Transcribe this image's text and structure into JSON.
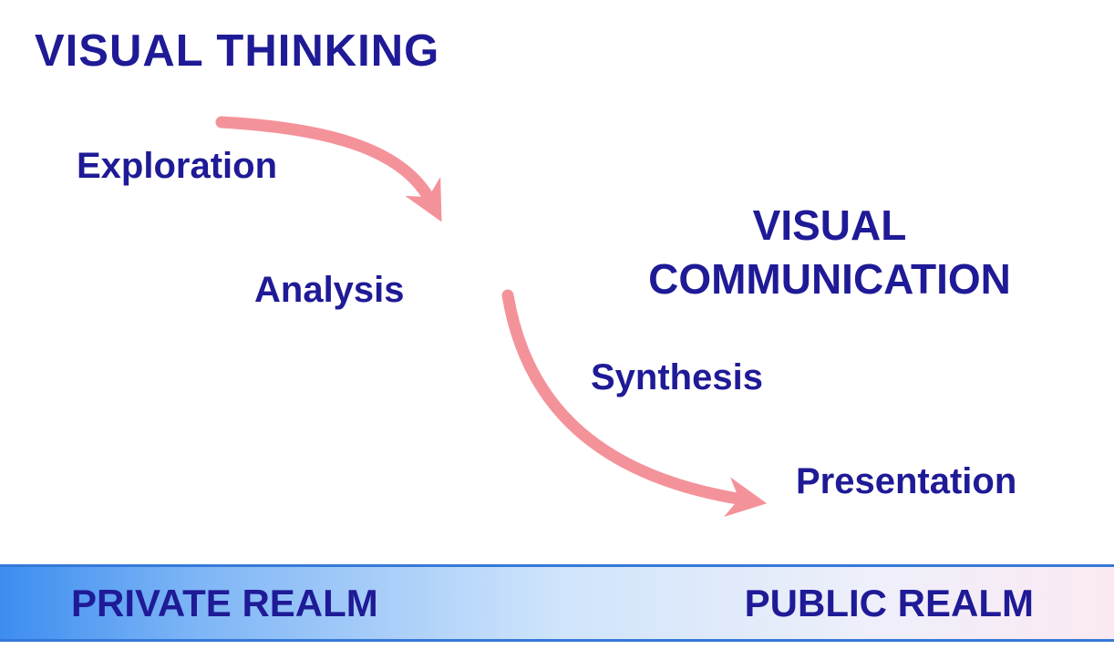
{
  "colors": {
    "text_navy": "#1f1a96",
    "arrow_pink": "#f4929a",
    "bar_gradient_left": "#3d8df0",
    "bar_gradient_mid": "#cfe4fb",
    "bar_gradient_right": "#fbe9f2",
    "bar_border": "#3579d8"
  },
  "titles": {
    "visual_thinking": "VISUAL THINKING",
    "visual_communication_line1": "VISUAL",
    "visual_communication_line2": "COMMUNICATION"
  },
  "stages": {
    "exploration": "Exploration",
    "analysis": "Analysis",
    "synthesis": "Synthesis",
    "presentation": "Presentation"
  },
  "realms": {
    "private": "PRIVATE REALM",
    "public": "PUBLIC REALM"
  }
}
